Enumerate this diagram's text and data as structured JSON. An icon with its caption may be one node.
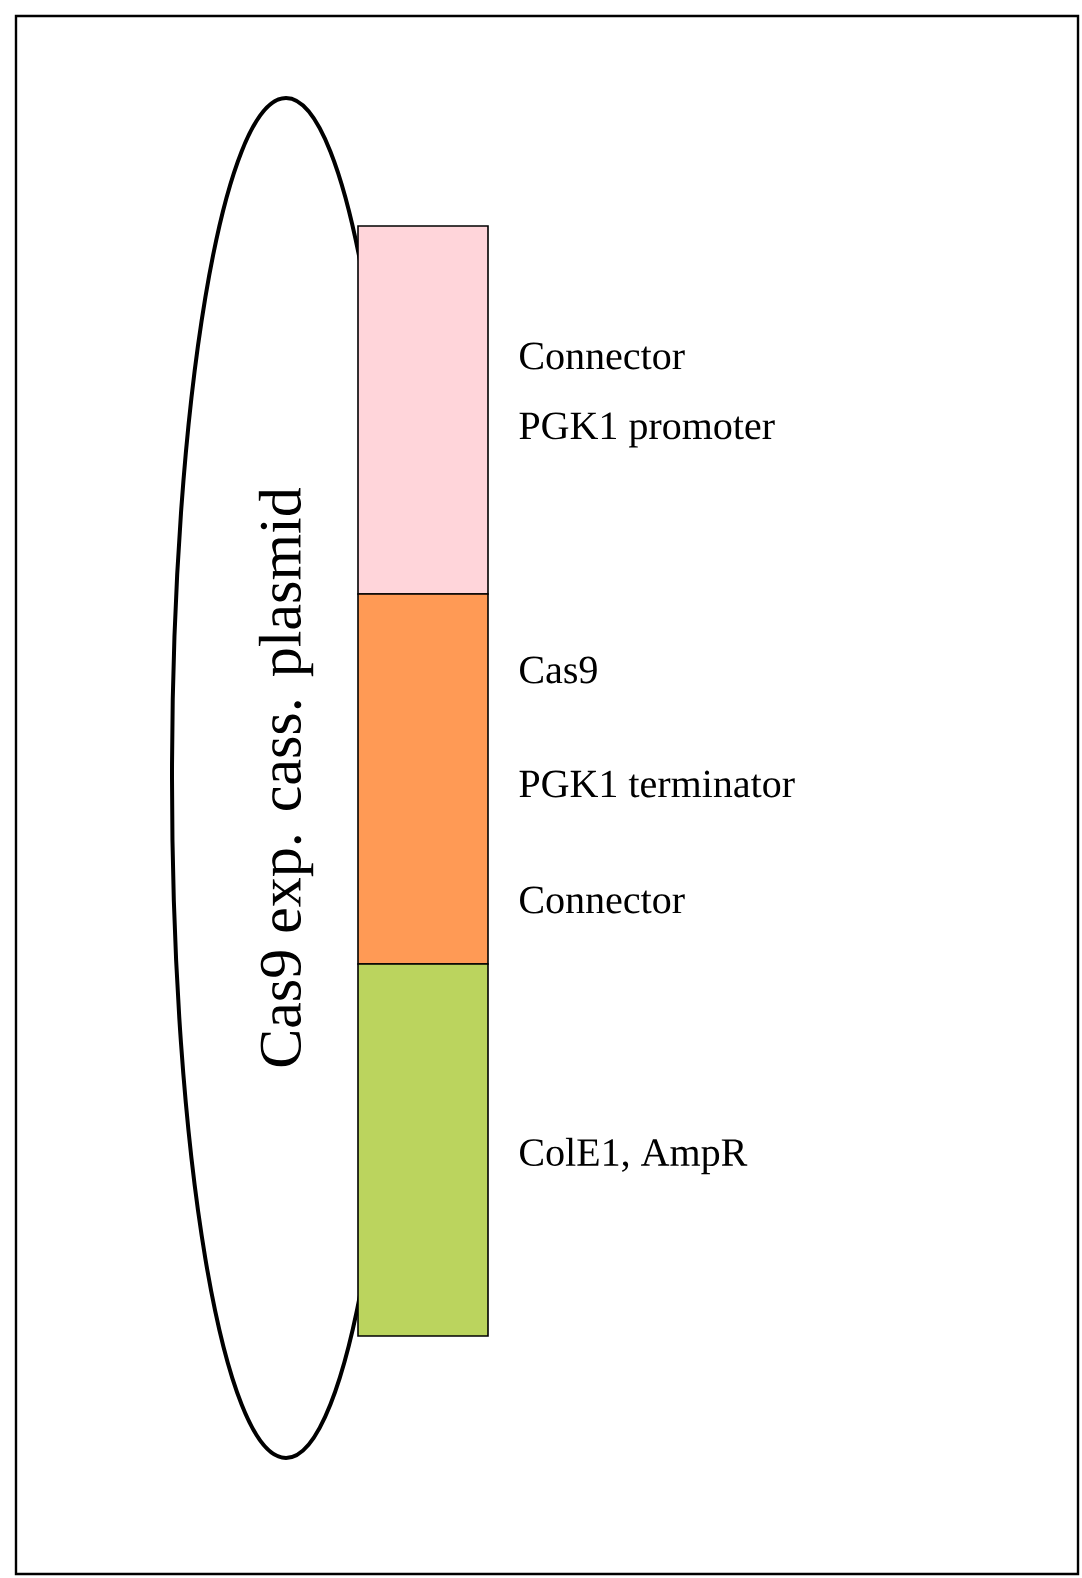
{
  "diagram": {
    "nodes": [
      {
        "text": [
          "Cas9 exp. cass. plasmid"
        ]
      },
      {
        "text": [],
        "shape": "bar",
        "beside": [
          "Connector",
          "PGK1 promoter"
        ]
      },
      {
        "text": [],
        "shape": "bar",
        "beside": [
          "Cas9",
          "PGK1 terminator",
          "Connector"
        ]
      },
      {
        "text": [],
        "shape": "bar",
        "beside": [
          "ColE1, AmpR"
        ]
      }
    ]
  }
}
